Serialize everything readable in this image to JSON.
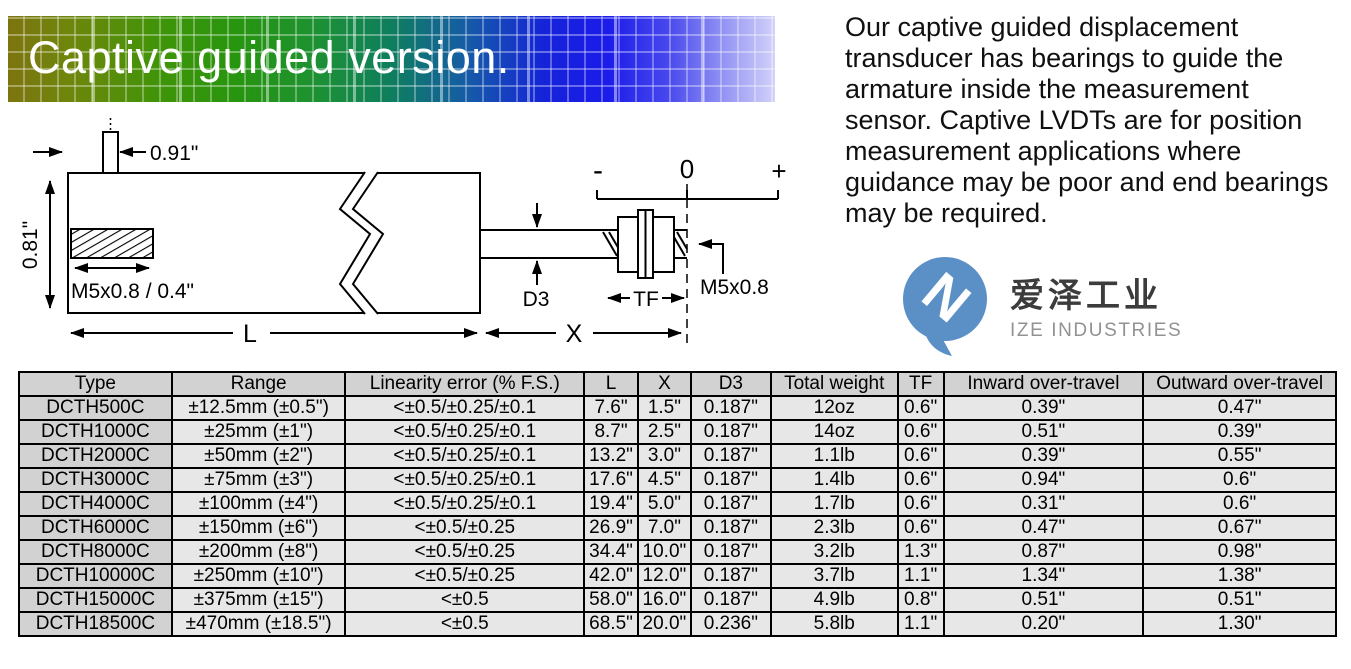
{
  "banner": {
    "title": "Captive guided version."
  },
  "intro": {
    "text": "Our captive guided displacement transducer has bearings to guide the armature inside the measurement sensor. Captive LVDTs are for position measurement applications where guidance may be poor and end bearings may be required."
  },
  "logo": {
    "cn": "爱泽工业",
    "en": "IZE INDUSTRIES",
    "mark_color": "#5b90c6"
  },
  "diagram": {
    "labels": {
      "pin_offset": "0.91\"",
      "body_height": "0.81\"",
      "thread_spec": "M5x0.8 / 0.4\"",
      "rod_diameter": "D3",
      "thread_length": "TF",
      "tip_thread": "M5x0.8",
      "body_length": "L",
      "stroke_length": "X",
      "scale_minus": "-",
      "scale_zero": "0",
      "scale_plus": "+"
    }
  },
  "table": {
    "headers": [
      "Type",
      "Range",
      "Linearity error (% F.S.)",
      "L",
      "X",
      "D3",
      "Total weight",
      "TF",
      "Inward over-travel",
      "Outward over-travel"
    ],
    "rows": [
      [
        "DCTH500C",
        "±12.5mm (±0.5\")",
        "<±0.5/±0.25/±0.1",
        "7.6\"",
        "1.5\"",
        "0.187\"",
        "12oz",
        "0.6\"",
        "0.39\"",
        "0.47\""
      ],
      [
        "DCTH1000C",
        "±25mm (±1\")",
        "<±0.5/±0.25/±0.1",
        "8.7\"",
        "2.5\"",
        "0.187\"",
        "14oz",
        "0.6\"",
        "0.51\"",
        "0.39\""
      ],
      [
        "DCTH2000C",
        "±50mm (±2\")",
        "<±0.5/±0.25/±0.1",
        "13.2\"",
        "3.0\"",
        "0.187\"",
        "1.1lb",
        "0.6\"",
        "0.39\"",
        "0.55\""
      ],
      [
        "DCTH3000C",
        "±75mm (±3\")",
        "<±0.5/±0.25/±0.1",
        "17.6\"",
        "4.5\"",
        "0.187\"",
        "1.4lb",
        "0.6\"",
        "0.94\"",
        "0.6\""
      ],
      [
        "DCTH4000C",
        "±100mm (±4\")",
        "<±0.5/±0.25/±0.1",
        "19.4\"",
        "5.0\"",
        "0.187\"",
        "1.7lb",
        "0.6\"",
        "0.31\"",
        "0.6\""
      ],
      [
        "DCTH6000C",
        "±150mm (±6\")",
        "<±0.5/±0.25",
        "26.9\"",
        "7.0\"",
        "0.187\"",
        "2.3lb",
        "0.6\"",
        "0.47\"",
        "0.67\""
      ],
      [
        "DCTH8000C",
        "±200mm (±8\")",
        "<±0.5/±0.25",
        "34.4\"",
        "10.0\"",
        "0.187\"",
        "3.2lb",
        "1.3\"",
        "0.87\"",
        "0.98\""
      ],
      [
        "DCTH10000C",
        "±250mm (±10\")",
        "<±0.5/±0.25",
        "42.0\"",
        "12.0\"",
        "0.187\"",
        "3.7lb",
        "1.1\"",
        "1.34\"",
        "1.38\""
      ],
      [
        "DCTH15000C",
        "±375mm (±15\")",
        "<±0.5",
        "58.0\"",
        "16.0\"",
        "0.187\"",
        "4.9lb",
        "0.8\"",
        "0.51\"",
        "0.51\""
      ],
      [
        "DCTH18500C",
        "±470mm (±18.5\")",
        "<±0.5",
        "68.5\"",
        "20.0\"",
        "0.236\"",
        "5.8lb",
        "1.1\"",
        "0.20\"",
        "1.30\""
      ]
    ]
  }
}
